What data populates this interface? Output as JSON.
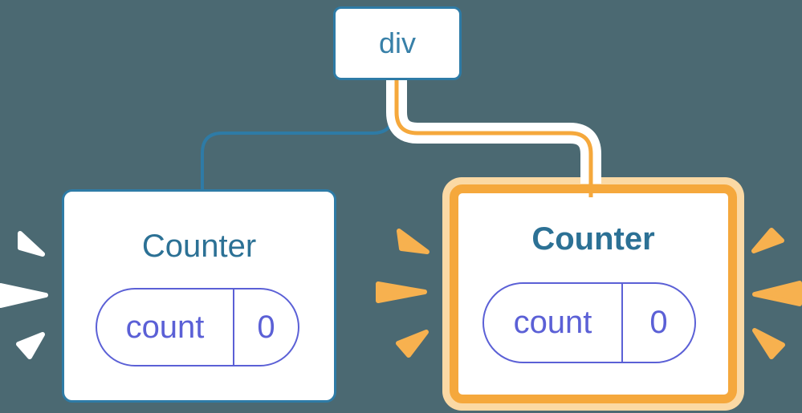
{
  "diagram": {
    "description": "React component tree: div root with two Counter children, right Counter highlighted",
    "root": {
      "label": "div"
    },
    "children": [
      {
        "id": "left",
        "title": "Counter",
        "highlighted": false,
        "state": {
          "name": "count",
          "value": "0"
        }
      },
      {
        "id": "right",
        "title": "Counter",
        "highlighted": true,
        "state": {
          "name": "count",
          "value": "0"
        }
      }
    ]
  },
  "colors": {
    "background": "#4B6972",
    "node_border_blue": "#2E7BA6",
    "root_label_blue": "#3880A8",
    "title_blue": "#2C7195",
    "state_purple": "#5B60D6",
    "highlight_orange": "#F5A83C",
    "highlight_orange_light": "#FBD9A4",
    "spark_orange": "#F7B14F",
    "spark_white": "#FFFFFF",
    "connector_blue": "#2E7BA6",
    "connector_casing_white": "#FFFFFF"
  }
}
